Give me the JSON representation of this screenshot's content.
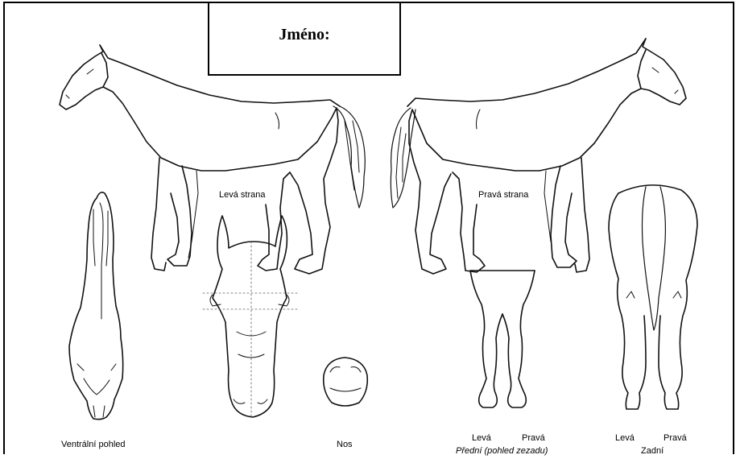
{
  "header": {
    "name_label": "Jméno:"
  },
  "views": {
    "left_side": "Levá strana",
    "right_side": "Pravá strana",
    "ventral": "Ventrální pohled",
    "nose": "Nos",
    "front_left": "Levá",
    "front_right": "Pravá",
    "front_caption": "Přední (pohled zezadu)",
    "hind_left": "Levá",
    "hind_right": "Pravá",
    "hind_caption": "Zadní"
  },
  "icons": [
    "horse-left-side-icon",
    "horse-right-side-icon",
    "horse-ventral-icon",
    "horse-head-front-icon",
    "horse-nose-icon",
    "horse-front-legs-icon",
    "horse-hind-view-icon"
  ]
}
